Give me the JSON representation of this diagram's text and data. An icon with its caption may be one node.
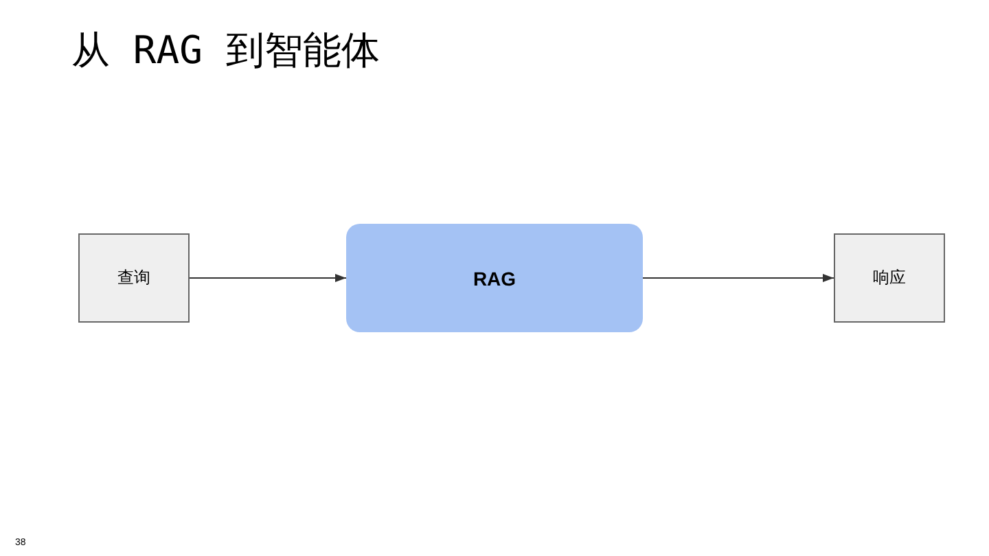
{
  "diagram": {
    "title": "从 RAG 到智能体",
    "nodes": [
      {
        "text": [
          "查询"
        ]
      },
      {
        "text": [
          "RAG"
        ]
      },
      {
        "text": [
          "响应"
        ]
      }
    ],
    "edges": [
      {
        "from": 0,
        "to": 1,
        "arrow": "to"
      },
      {
        "from": 1,
        "to": 2,
        "arrow": "to"
      }
    ],
    "labels": [
      "38"
    ]
  }
}
